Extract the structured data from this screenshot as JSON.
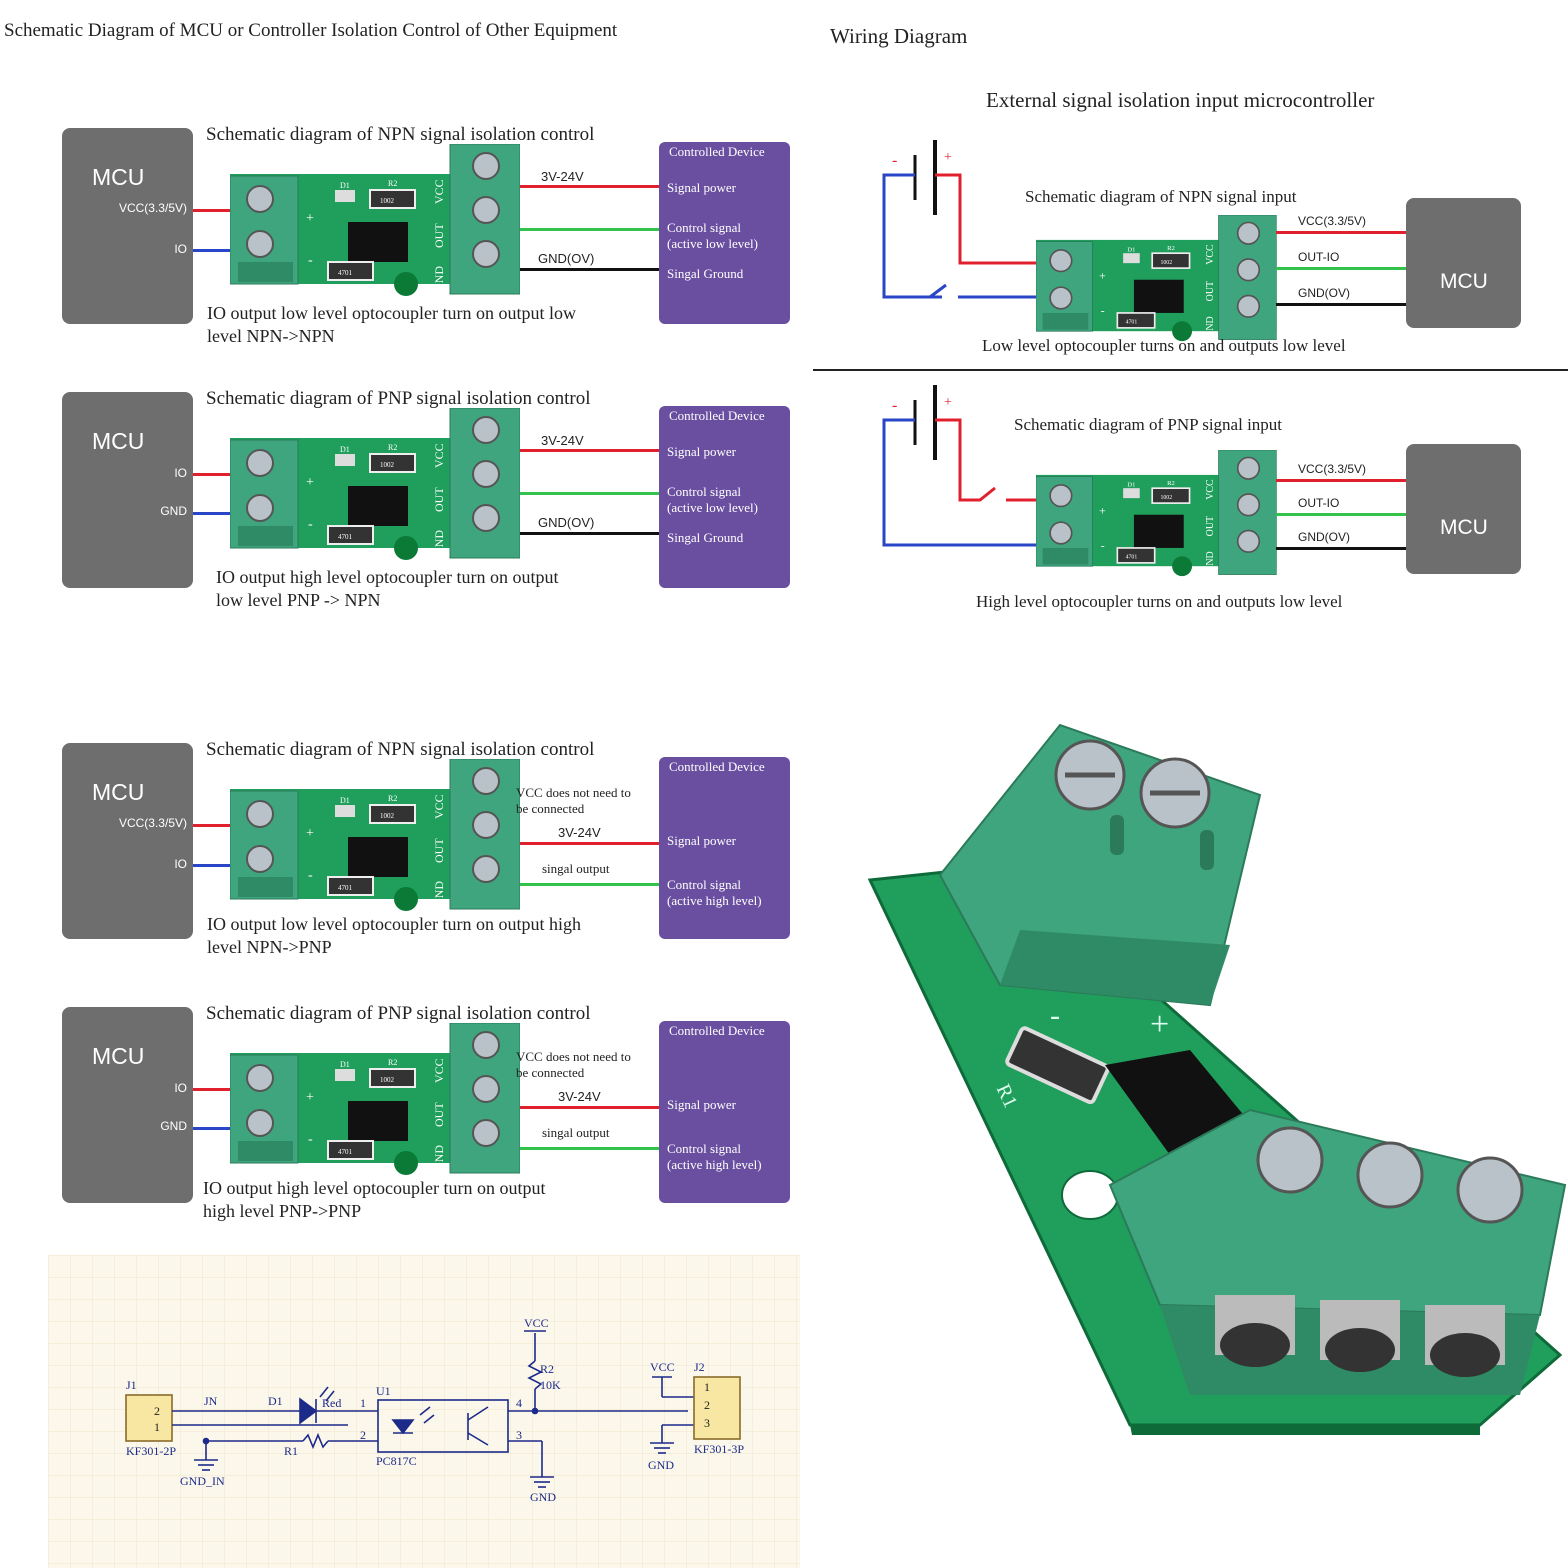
{
  "titles": {
    "left": "Schematic Diagram of MCU or Controller Isolation Control of Other Equipment",
    "right": "Wiring Diagram",
    "right_sub": "External signal isolation input microcontroller"
  },
  "panels": [
    {
      "title": "Schematic diagram of NPN signal isolation control",
      "mcu": "MCU",
      "pin1": "VCC(3.3/5V)",
      "pin2": "IO",
      "wire1": "3V-24V",
      "wire3": "GND(OV)",
      "device": [
        "Controlled Device",
        "Signal power",
        "Control signal",
        "(active low level)",
        "Singal Ground"
      ],
      "caption": [
        "IO output low level optocoupler turn on output low",
        "level NPN->NPN"
      ]
    },
    {
      "title": "Schematic diagram of PNP signal isolation control",
      "mcu": "MCU",
      "pin1": "IO",
      "pin2": "GND",
      "wire1": "3V-24V",
      "wire3": "GND(OV)",
      "device": [
        "Controlled Device",
        "Signal power",
        "Control signal",
        "(active low level)",
        "Singal Ground"
      ],
      "caption": [
        "IO output high level optocoupler turn on output",
        "low level PNP -> NPN"
      ]
    },
    {
      "title": "Schematic diagram of NPN signal isolation control",
      "mcu": "MCU",
      "pin1": "VCC(3.3/5V)",
      "pin2": "IO",
      "note": [
        "VCC does not need to",
        "be connected"
      ],
      "wire2": "3V-24V",
      "wire3": "singal output",
      "device": [
        "Controlled Device",
        "Signal power",
        "Control signal",
        "(active high level)"
      ],
      "caption": [
        "IO output low level optocoupler turn on output high",
        "level NPN->PNP"
      ]
    },
    {
      "title": "Schematic diagram of PNP signal isolation control",
      "mcu": "MCU",
      "pin1": "IO",
      "pin2": "GND",
      "note": [
        "VCC does not need to",
        "be connected"
      ],
      "wire2": "3V-24V",
      "wire3": "singal output",
      "device": [
        "Controlled Device",
        "Signal power",
        "Control signal",
        "(active high level)"
      ],
      "caption": [
        "IO output high level optocoupler turn on output",
        "high level PNP->PNP"
      ]
    }
  ],
  "wiring": [
    {
      "title": "Schematic diagram of NPN signal input",
      "labels": [
        "VCC(3.3/5V)",
        "OUT-IO",
        "GND(OV)"
      ],
      "mcu": "MCU",
      "caption": "Low level optocoupler turns on and outputs low level"
    },
    {
      "title": "Schematic diagram of PNP signal input",
      "labels": [
        "VCC(3.3/5V)",
        "OUT-IO",
        "GND(OV)"
      ],
      "mcu": "MCU",
      "caption": "High level optocoupler turns on and outputs low level"
    }
  ],
  "board_labels": {
    "d1": "D1",
    "r2": "R2",
    "r1": "R1",
    "r2_code": "1002",
    "r1_code": "4701",
    "vcc": "VCC",
    "out": "OUT",
    "gnd": "GND",
    "plus": "+",
    "minus": "-"
  },
  "schematic": {
    "j1": "J1",
    "jin": "JN",
    "pin2": "2",
    "pin1": "1",
    "kf2": "KF301-2P",
    "d1": "D1",
    "red": "Red",
    "u1": "U1",
    "r1": "R1",
    "gnd_in": "GND_IN",
    "pc": "PC817C",
    "vcc": "VCC",
    "r2": "R2",
    "r2v": "10K",
    "p1": "1",
    "p2": "2",
    "p3": "3",
    "p4": "4",
    "gnd": "GND",
    "vcc2": "VCC",
    "j2": "J2",
    "kf3": "KF301-3P",
    "j2p1": "1",
    "j2p2": "2",
    "j2p3": "3",
    "gnd2": "GND"
  },
  "photo": {
    "r1": "R1",
    "plus": "+",
    "minus": "-"
  },
  "colors": {
    "mcu": "#6e6e6e",
    "device": "#6a4fa0",
    "pcb": "#1f9e5c",
    "terminal": "#3fa57e",
    "red_wire": "#e0202c",
    "green_wire": "#33c24a",
    "blue_wire": "#2a46c8",
    "black_wire": "#111111"
  }
}
